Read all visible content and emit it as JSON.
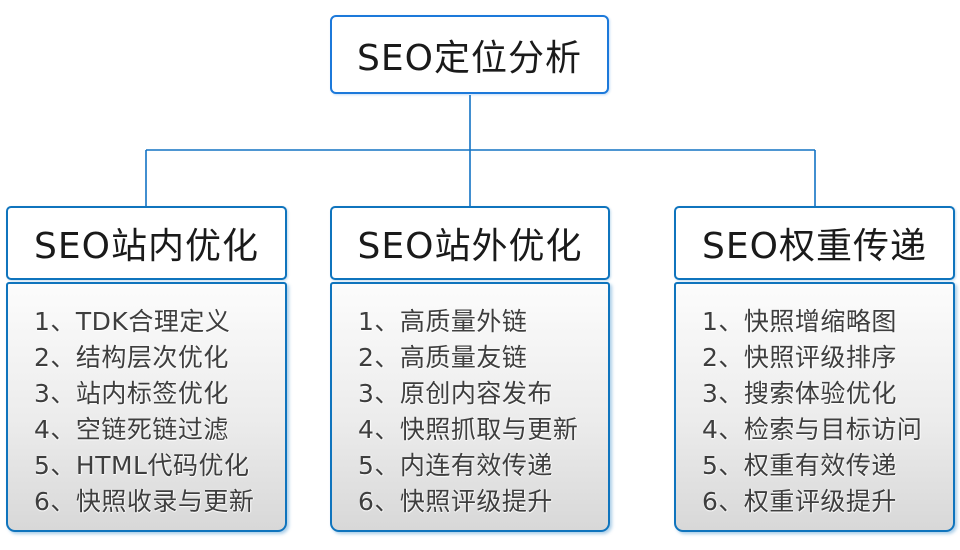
{
  "diagram": {
    "accent_colors": {
      "root_border": "#1c79da",
      "branch_border": "#0f74bd",
      "connector_line": "#1373c4",
      "list_gradient_top": "#fcfcfc",
      "list_gradient_bottom": "#d8d8d8"
    },
    "root": {
      "title": "SEO定位分析"
    },
    "branches": [
      {
        "title": "SEO站内优化",
        "items": [
          "1、TDK合理定义",
          "2、结构层次优化",
          "3、站内标签优化",
          "4、空链死链过滤",
          "5、HTML代码优化",
          "6、快照收录与更新"
        ]
      },
      {
        "title": "SEO站外优化",
        "items": [
          "1、高质量外链",
          "2、高质量友链",
          "3、原创内容发布",
          "4、快照抓取与更新",
          "5、内连有效传递",
          "6、快照评级提升"
        ]
      },
      {
        "title": "SEO权重传递",
        "items": [
          "1、快照增缩略图",
          "2、快照评级排序",
          "3、搜索体验优化",
          "4、检索与目标访问",
          "5、权重有效传递",
          "6、权重评级提升"
        ]
      }
    ]
  }
}
